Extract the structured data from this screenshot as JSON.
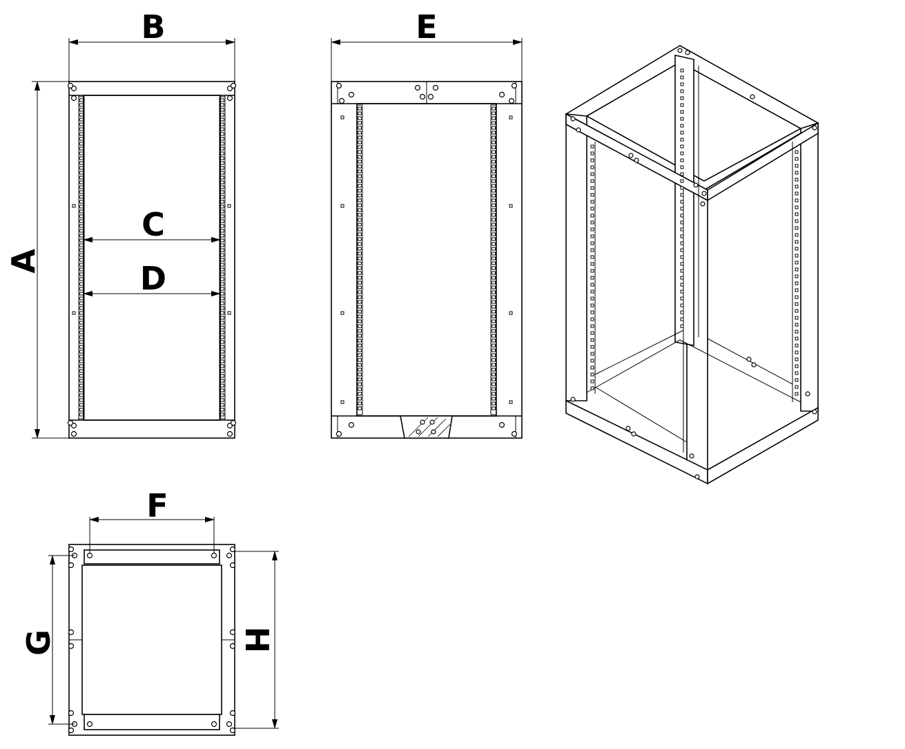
{
  "dimensions": {
    "A": "A",
    "B": "B",
    "C": "C",
    "D": "D",
    "E": "E",
    "F": "F",
    "G": "G",
    "H": "H"
  },
  "colors": {
    "line": "#000000",
    "background": "#ffffff"
  }
}
